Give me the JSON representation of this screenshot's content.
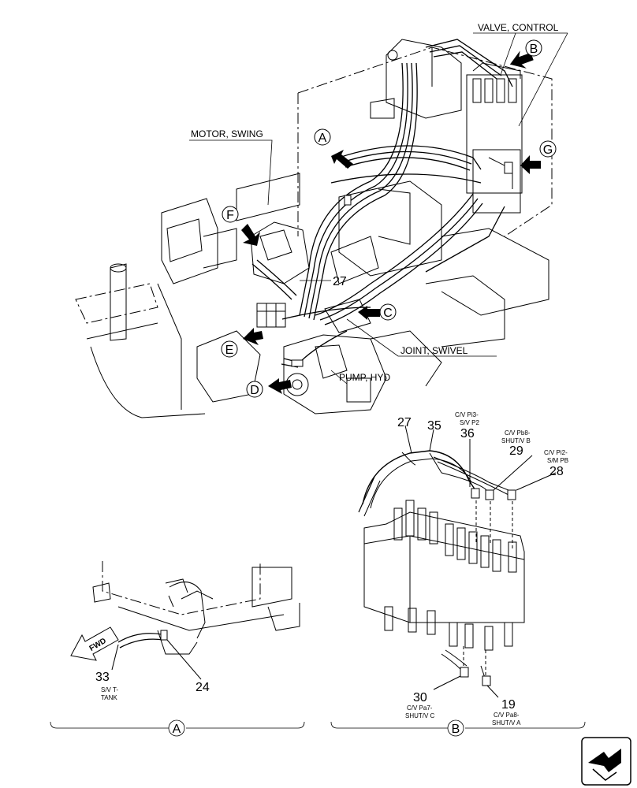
{
  "labels": {
    "valve_control": "VALVE, CONTROL",
    "motor_swing": "MOTOR, SWING",
    "joint_swivel": "JOINT, SWIVEL",
    "pump_hyd": "PUMP, HYD",
    "fwd": "FWD"
  },
  "callouts": {
    "A": "A",
    "B": "B",
    "C": "C",
    "D": "D",
    "E": "E",
    "F": "F",
    "G": "G"
  },
  "parts": {
    "p27_main": "27",
    "p27_detail": "27",
    "p35": "35",
    "p36": "36",
    "p29": "29",
    "p28": "28",
    "p33": "33",
    "p24": "24",
    "p30": "30",
    "p19": "19"
  },
  "notes": {
    "p36_a": "C/V Pi3-",
    "p36_b": "S/V P2",
    "p29_a": "C/V Pb8-",
    "p29_b": "SHUT/V B",
    "p28_a": "C/V Pi2-",
    "p28_b": "S/M PB",
    "p33_a": "S/V T-",
    "p33_b": "TANK",
    "p30_a": "C/V Pa7-",
    "p30_b": "SHUT/V C",
    "p19_a": "C/V Pa8-",
    "p19_b": "SHUT/V A"
  },
  "detail_views": {
    "a": "A",
    "b": "B"
  }
}
